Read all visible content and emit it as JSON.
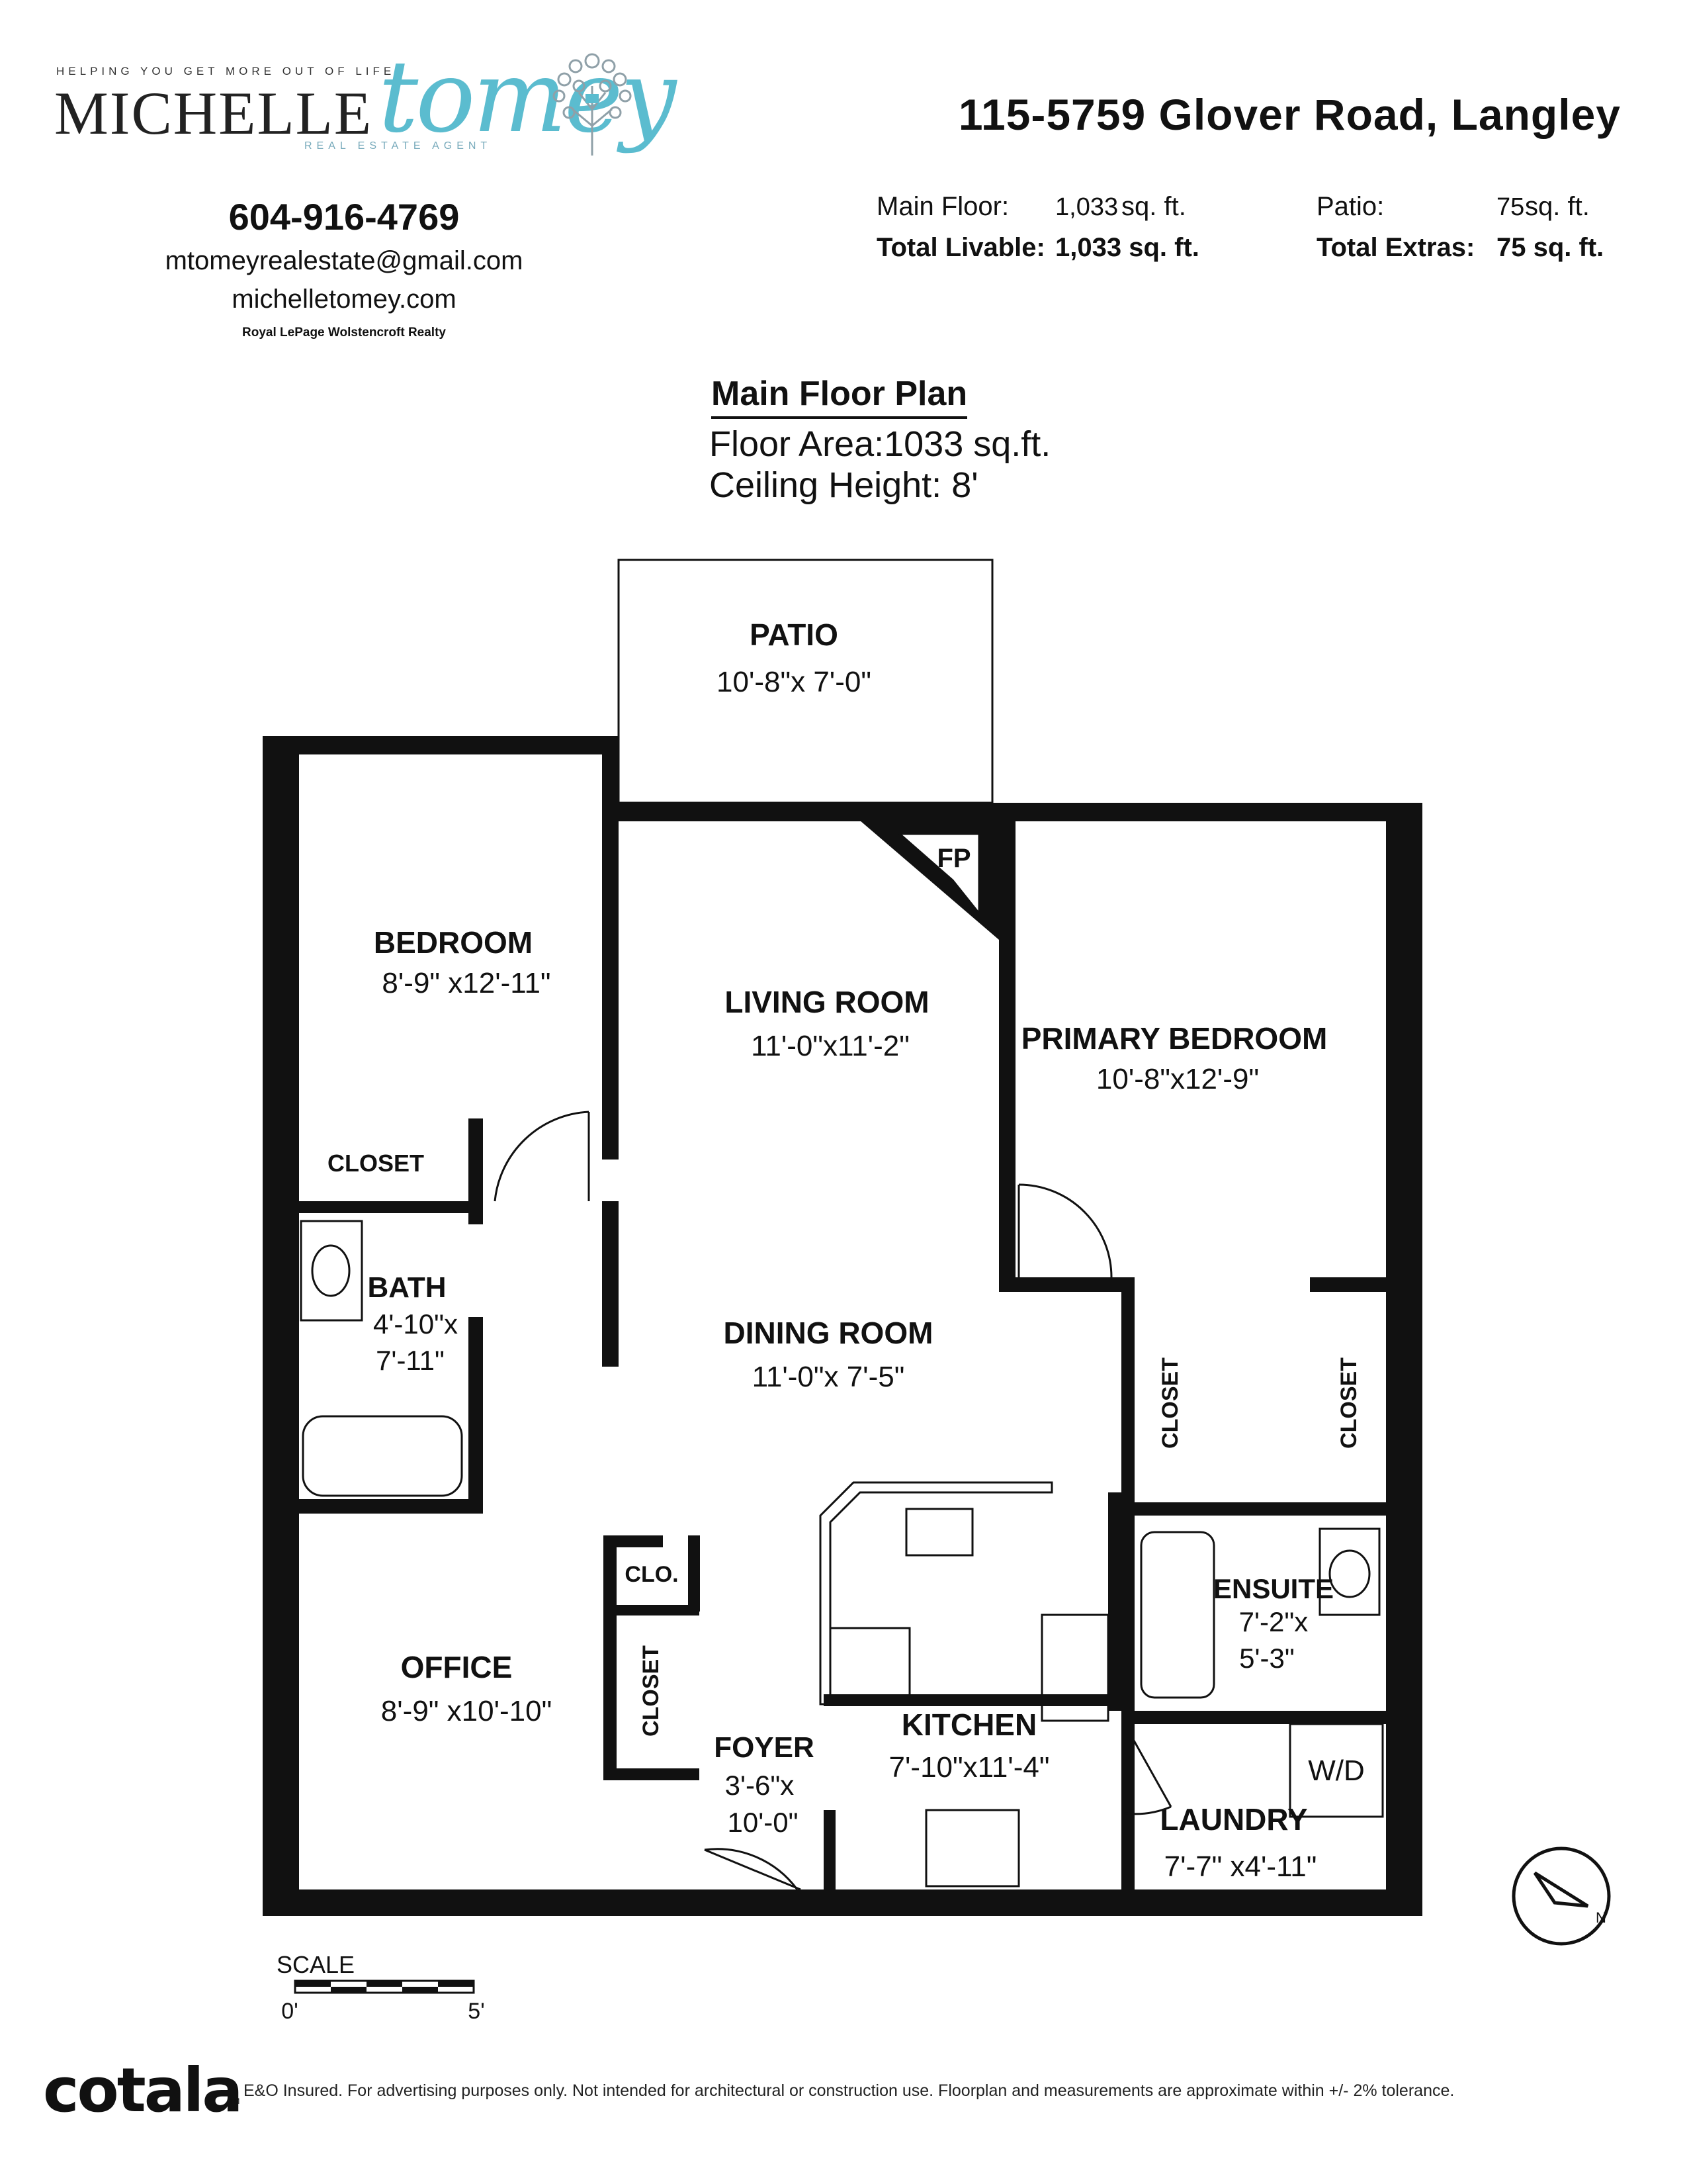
{
  "branding": {
    "tagline": "HELPING YOU GET MORE OUT OF LIFE",
    "name_first": "MICHELLE",
    "name_script": "tomey",
    "subtitle": "REAL ESTATE AGENT",
    "logo_icon": "tree-icon"
  },
  "contact": {
    "phone": "604-916-4769",
    "email": "mtomeyrealestate@gmail.com",
    "website": "michelletomey.com",
    "brokerage": "Royal LePage Wolstencroft Realty"
  },
  "property": {
    "address": "115-5759 Glover Road, Langley",
    "main_floor_label": "Main Floor:",
    "main_floor_value": "1,033",
    "main_floor_unit": "sq. ft.",
    "total_livable_label": "Total Livable:",
    "total_livable_value": "1,033 sq. ft.",
    "patio_label": "Patio:",
    "patio_value": "75",
    "patio_unit": "sq. ft.",
    "total_extras_label": "Total Extras:",
    "total_extras_value": "75 sq. ft."
  },
  "plan": {
    "title": "Main Floor Plan",
    "floor_area": "Floor Area:1033 sq.ft.",
    "ceiling_height": "Ceiling Height: 8'"
  },
  "rooms": {
    "patio": {
      "name": "PATIO",
      "dims": "10'-8\"x 7'-0\""
    },
    "fp": {
      "name": "FP"
    },
    "bedroom": {
      "name": "BEDROOM",
      "dims": "8'-9\" x12'-11\""
    },
    "living": {
      "name": "LIVING ROOM",
      "dims": "11'-0\"x11'-2\""
    },
    "primary": {
      "name": "PRIMARY BEDROOM",
      "dims": "10'-8\"x12'-9\""
    },
    "closet_bed": {
      "name": "CLOSET"
    },
    "bath": {
      "name": "BATH",
      "dims1": "4'-10\"x",
      "dims2": "7'-11\""
    },
    "dining": {
      "name": "DINING ROOM",
      "dims": "11'-0\"x 7'-5\""
    },
    "closet_left": {
      "name": "CLOSET"
    },
    "closet_right": {
      "name": "CLOSET"
    },
    "ensuite": {
      "name": "ENSUITE",
      "dims1": "7'-2\"x",
      "dims2": "5'-3\""
    },
    "clo": {
      "name": "CLO."
    },
    "office": {
      "name": "OFFICE",
      "dims": "8'-9\" x10'-10\""
    },
    "closet_foyer": {
      "name": "CLOSET"
    },
    "foyer": {
      "name": "FOYER",
      "dims1": "3'-6\"x",
      "dims2": "10'-0\""
    },
    "kitchen": {
      "name": "KITCHEN",
      "dims": "7'-10\"x11'-4\""
    },
    "laundry": {
      "name": "LAUNDRY",
      "dims": "7'-7\" x4'-11\""
    },
    "wd": {
      "name": "W/D"
    }
  },
  "scale": {
    "label": "SCALE",
    "start": "0'",
    "end": "5'"
  },
  "compass": {
    "icon": "north-arrow-icon",
    "letter": "N"
  },
  "footer": {
    "logo": "cotala",
    "trademark": "TM",
    "disclaimer": "E&O Insured. For advertising purposes only. Not intended for architectural or construction use. Floorplan and measurements are approximate within +/- 2% tolerance."
  }
}
